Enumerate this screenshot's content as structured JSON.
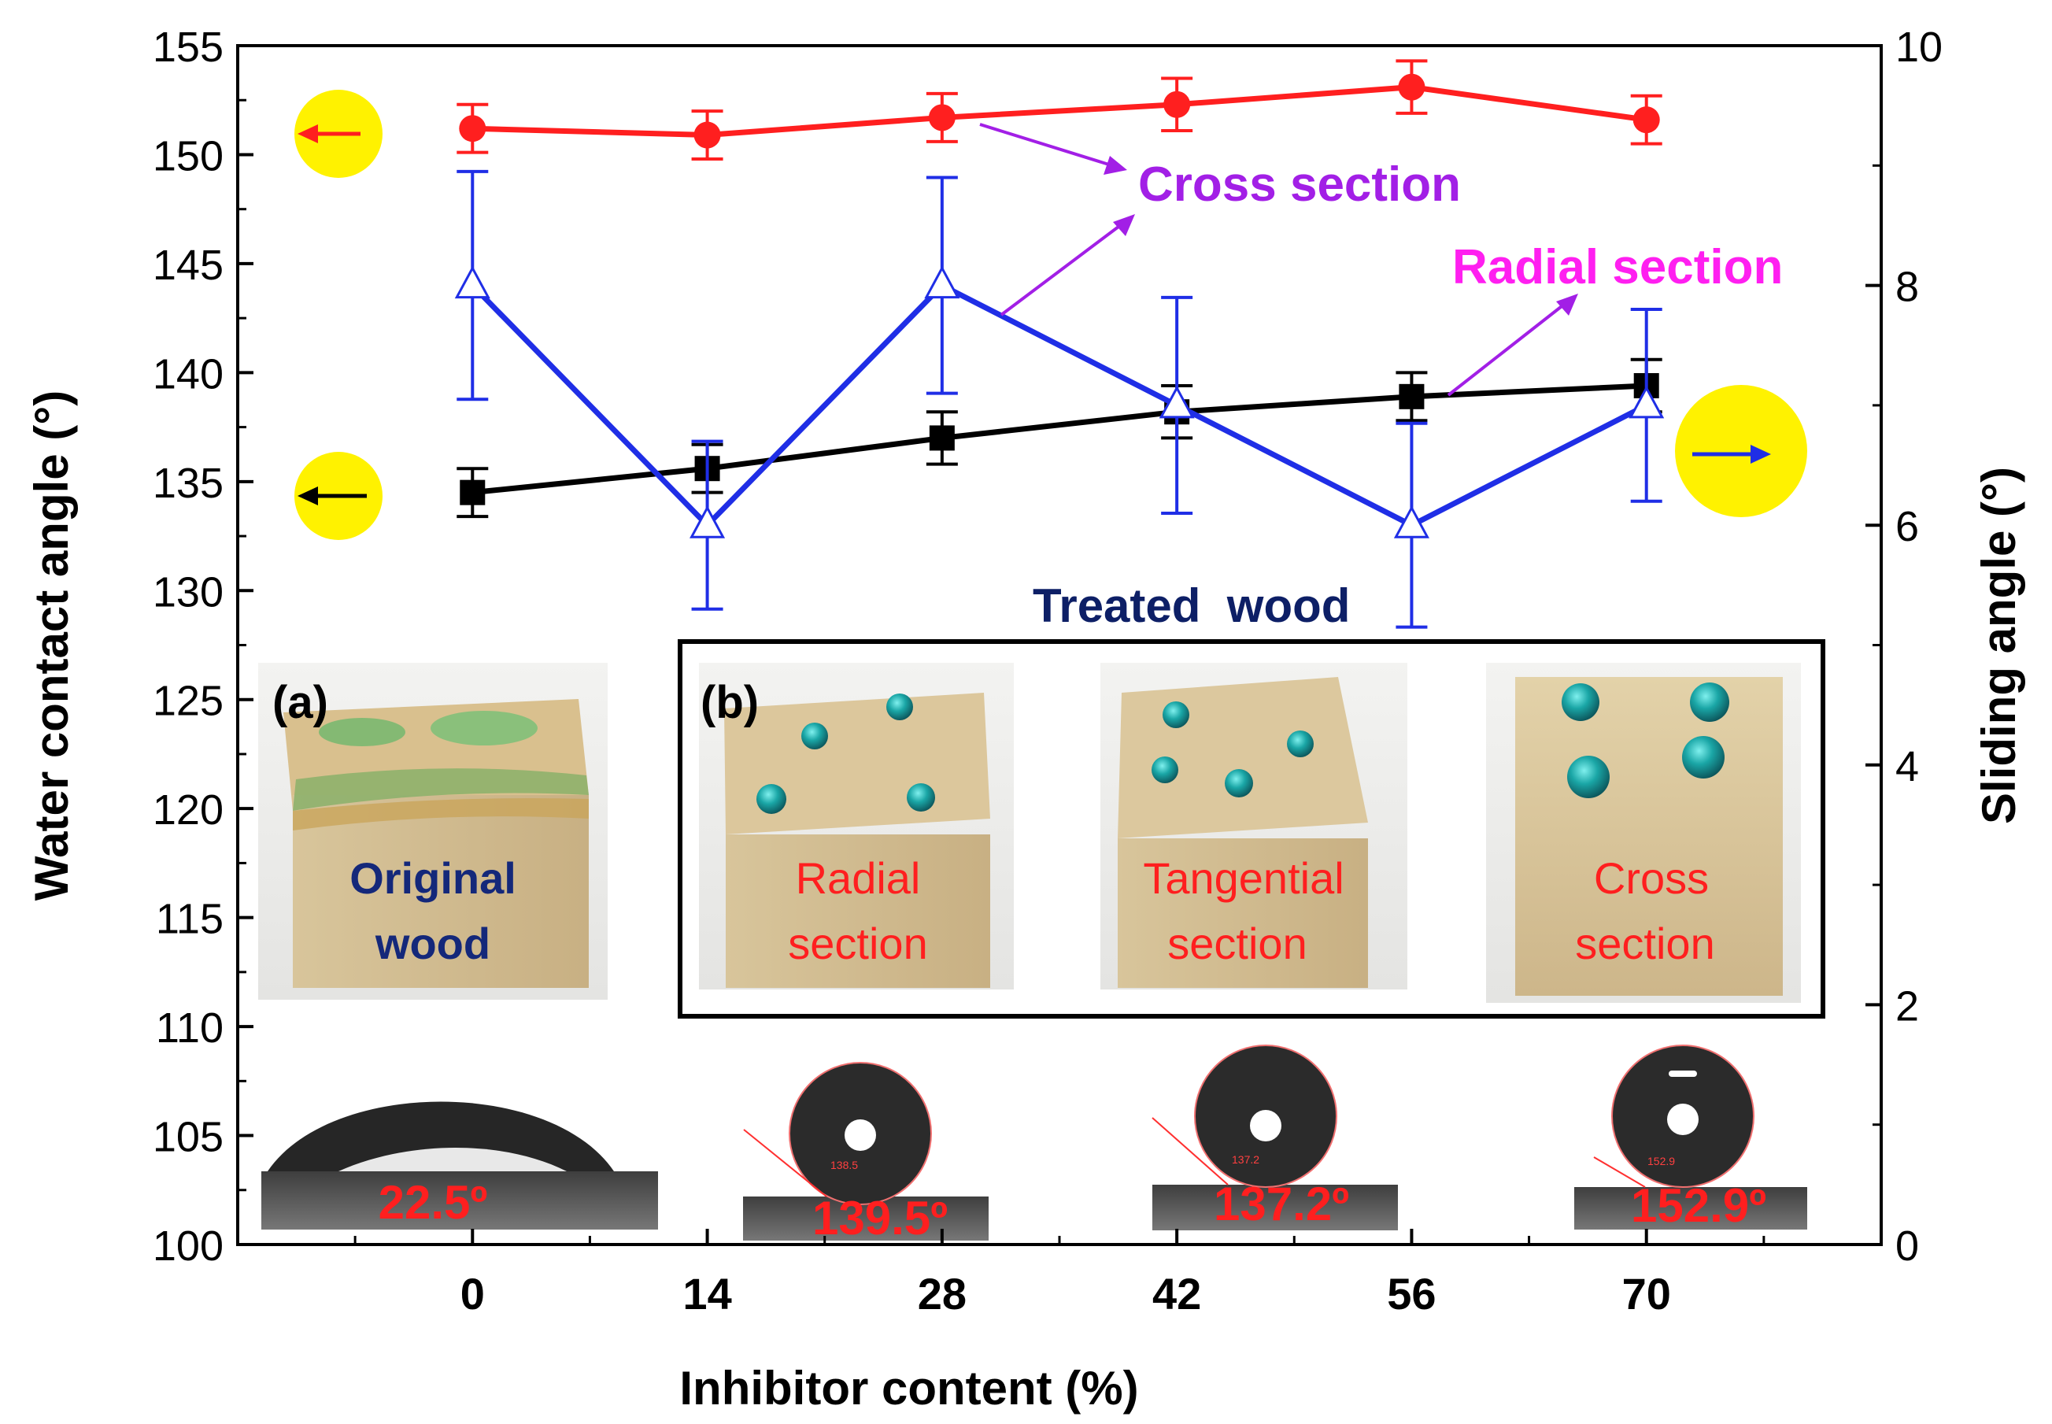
{
  "colors": {
    "cross_section": "#ff1f1f",
    "radial_section": "#000000",
    "sliding": "#1f2ee6",
    "annotation_cross": "#a21fe6",
    "annotation_radial": "#ff1ff0",
    "treated_wood": "#0d1f66",
    "photo_label": "#ff1f1f",
    "original_label": "#14287a",
    "marker_circle": "#fff200"
  },
  "chart_data": {
    "type": "line",
    "xlabel": "Inhibitor content (%)",
    "ylabel": "Water contact angle (°)",
    "y2label": "Sliding angle (°)",
    "x": [
      0,
      14,
      28,
      42,
      56,
      70
    ],
    "x_ticks": [
      "0",
      "14",
      "28",
      "42",
      "56",
      "70"
    ],
    "xlim": [
      -14,
      84
    ],
    "ylim": [
      100,
      155
    ],
    "y_ticks": [
      "100",
      "105",
      "110",
      "115",
      "120",
      "125",
      "130",
      "135",
      "140",
      "145",
      "150",
      "155"
    ],
    "y2lim": [
      0,
      10
    ],
    "y2_ticks": [
      "0",
      "2",
      "4",
      "6",
      "8",
      "10"
    ],
    "series": [
      {
        "name": "Cross section",
        "axis": "left",
        "marker": "circle",
        "values": [
          151.2,
          150.9,
          151.7,
          152.3,
          153.1,
          151.6
        ],
        "errors": [
          1.1,
          1.1,
          1.1,
          1.2,
          1.2,
          1.1
        ]
      },
      {
        "name": "Radial section",
        "axis": "left",
        "marker": "square",
        "values": [
          134.5,
          135.6,
          137.0,
          138.2,
          138.9,
          139.4
        ],
        "errors": [
          1.1,
          1.1,
          1.2,
          1.2,
          1.1,
          1.2
        ]
      },
      {
        "axis": "right",
        "marker": "triangle-open",
        "values": [
          8.0,
          6.0,
          8.0,
          7.0,
          6.0,
          7.0
        ],
        "errors": [
          0.95,
          0.7,
          0.9,
          0.9,
          0.85,
          0.8
        ]
      }
    ],
    "annotations": {
      "cross_section": "Cross section",
      "radial_section": "Radial section",
      "treated_wood": "Treated  wood"
    },
    "insets": {
      "panel_a_label": "(a)",
      "original_wood": [
        "Original",
        "wood"
      ],
      "panel_b_label": "(b)",
      "radial": [
        "Radial",
        "section"
      ],
      "tangential": [
        "Tangential",
        "section"
      ],
      "cross": [
        "Cross",
        "section"
      ]
    },
    "droplet_angles": [
      "22.5º",
      "139.5º",
      "137.2º",
      "152.9º"
    ],
    "droplet_small_labels": [
      "138.5",
      "137.2",
      "152.9"
    ]
  }
}
